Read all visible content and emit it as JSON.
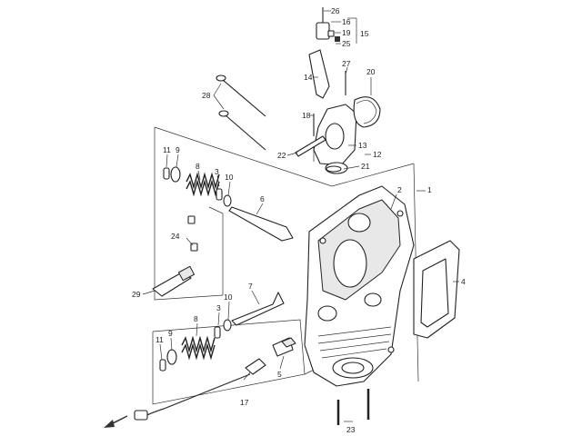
{
  "callouts": {
    "c1": "1",
    "c2": "2",
    "c3a": "3",
    "c3b": "3",
    "c4": "4",
    "c5": "5",
    "c6": "6",
    "c7": "7",
    "c8a": "8",
    "c8b": "8",
    "c9a": "9",
    "c9b": "9",
    "c10a": "10",
    "c10b": "10",
    "c11a": "11",
    "c11b": "11",
    "c12": "12",
    "c13": "13",
    "c14": "14",
    "c15": "15",
    "c16": "16",
    "c17": "17",
    "c18": "18",
    "c19": "19",
    "c20": "20",
    "c21": "21",
    "c22": "22",
    "c23": "23",
    "c24": "24",
    "c25": "25",
    "c26": "26",
    "c27": "27",
    "c28": "28",
    "c29": "29"
  },
  "colors": {
    "line": "#222222",
    "background": "#ffffff"
  },
  "icons": {
    "direction": "front-arrow-icon"
  }
}
